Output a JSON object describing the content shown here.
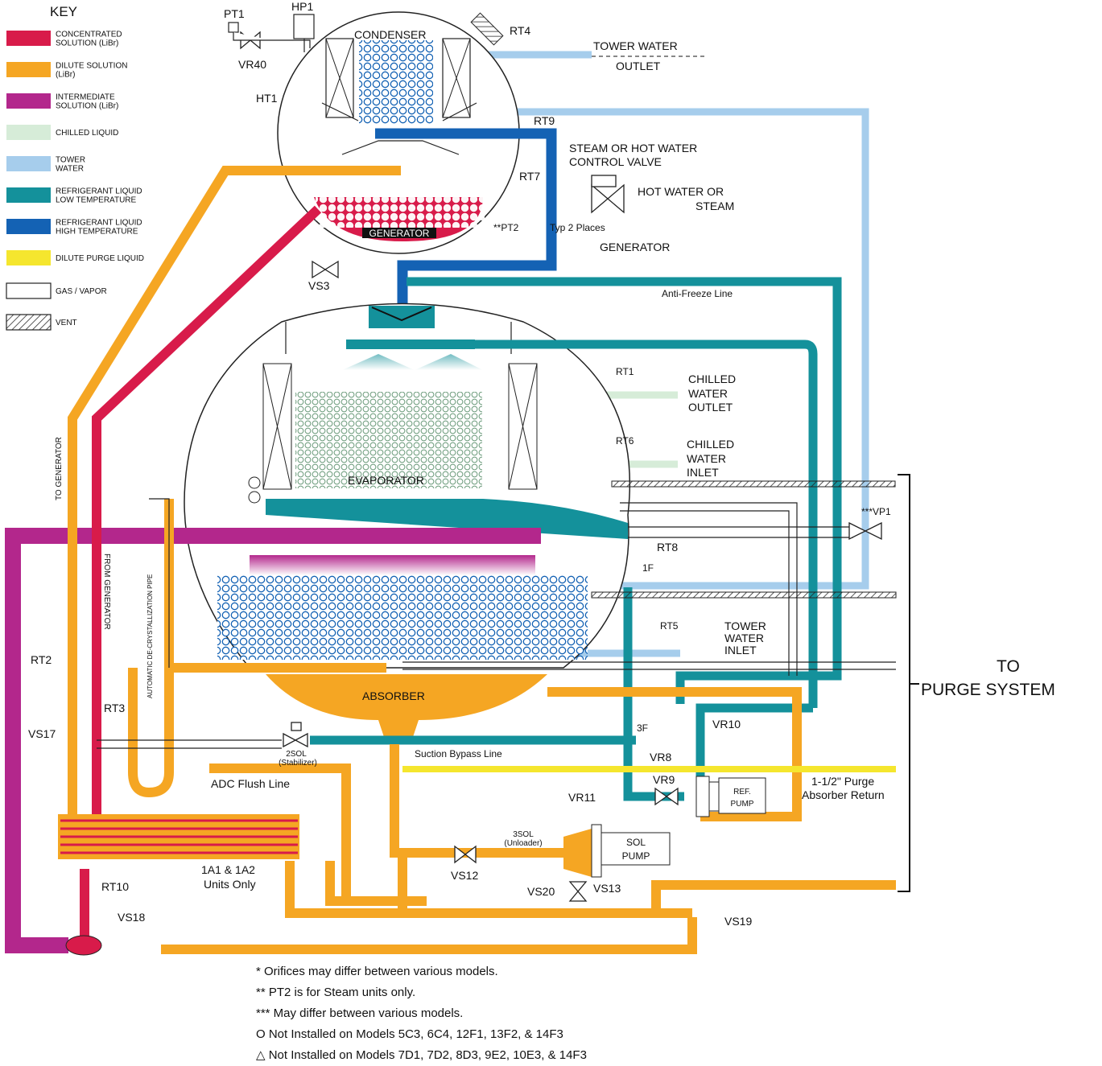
{
  "key": {
    "title": "KEY",
    "items": [
      {
        "lines": [
          "CONCENTRATED",
          "SOLUTION  (LiBr)"
        ],
        "color": "#d81b4a",
        "hatch": false
      },
      {
        "lines": [
          "DILUTE SOLUTION",
          "(LiBr)"
        ],
        "color": "#f5a623",
        "hatch": false
      },
      {
        "lines": [
          "INTERMEDIATE",
          "SOLUTION (LiBr)"
        ],
        "color": "#b3278c",
        "hatch": false
      },
      {
        "lines": [
          "CHILLED LIQUID"
        ],
        "color": "#d6ecd8",
        "hatch": false
      },
      {
        "lines": [
          "TOWER",
          "WATER"
        ],
        "color": "#a6cdec",
        "hatch": false
      },
      {
        "lines": [
          "REFRIGERANT LIQUID",
          "LOW TEMPERATURE"
        ],
        "color": "#14919b",
        "hatch": false
      },
      {
        "lines": [
          "REFRIGERANT LIQUID",
          "HIGH TEMPERATURE"
        ],
        "color": "#1462b4",
        "hatch": false
      },
      {
        "lines": [
          "DILUTE PURGE LIQUID"
        ],
        "color": "#f5e62e",
        "hatch": false
      },
      {
        "lines": [
          "GAS / VAPOR"
        ],
        "color": "#ffffff",
        "hatch": false
      },
      {
        "lines": [
          "VENT"
        ],
        "color": "#ffffff",
        "hatch": true
      }
    ]
  },
  "vessels": {
    "condenser": "CONDENSER",
    "generator": "GENERATOR",
    "evaporator": "EVAPORATOR",
    "absorber": "ABSORBER"
  },
  "labels": {
    "pt1": "PT1",
    "hp1": "HP1",
    "vr40": "VR40",
    "ht1": "HT1",
    "rt4": "RT4",
    "tower_water_outlet_1": "TOWER WATER",
    "tower_water_outlet_2": "OUTLET",
    "rt9": "RT9",
    "steam_valve_1": "STEAM OR HOT WATER",
    "steam_valve_2": "CONTROL VALVE",
    "rt7": "RT7",
    "hot_water_1": "HOT WATER OR",
    "hot_water_2": "STEAM",
    "pt2": "**PT2",
    "typ2": "Typ 2 Places",
    "generator_out": "GENERATOR",
    "vs3": "VS3",
    "antifreeze": "Anti-Freeze Line",
    "rt1": "RT1",
    "chilled_out_1": "CHILLED",
    "chilled_out_2": "WATER",
    "chilled_out_3": "OUTLET",
    "rt6": "RT6",
    "chilled_in_1": "CHILLED",
    "chilled_in_2": "WATER",
    "chilled_in_3": "INLET",
    "vp1": "***VP1",
    "rt8": "RT8",
    "f1": "1F",
    "rt5": "RT5",
    "tower_in_1": "TOWER",
    "tower_in_2": "WATER",
    "tower_in_3": "INLET",
    "to_purge_1": "TO",
    "to_purge_2": "PURGE SYSTEM",
    "to_generator": "TO GENERATOR",
    "from_generator": "FROM GENERATOR",
    "adc_pipe": "AUTOMATIC DE-CRYSTALLIZATION PIPE",
    "rt2": "RT2",
    "rt3": "RT3",
    "vs17": "VS17",
    "sol2_1": "2SOL",
    "sol2_2": "(Stabilizer)",
    "suction_bypass": "Suction Bypass Line",
    "f3": "3F",
    "vr10": "VR10",
    "vr8": "VR8",
    "vr9": "VR9",
    "vr11": "VR11",
    "ref_pump_1": "REF.",
    "ref_pump_2": "PUMP",
    "purge_return_1": "1-1/2\" Purge",
    "purge_return_2": "Absorber Return",
    "adc_flush": "ADC Flush Line",
    "sol3_1": "3SOL",
    "sol3_2": "(Unloader)",
    "sol_pump_1": "SOL",
    "sol_pump_2": "PUMP",
    "vs12": "VS12",
    "vs20": "VS20",
    "vs13": "VS13",
    "units_1": "1A1 & 1A2",
    "units_2": "Units Only",
    "rt10": "RT10",
    "vs18": "VS18",
    "vs19": "VS19"
  },
  "notes": [
    "* Orifices may differ between various models.",
    "** PT2 is for Steam units only.",
    "*** May differ between various models.",
    "O Not Installed on Models 5C3, 6C4, 12F1, 13F2, & 14F3",
    "△ Not Installed on Models 7D1, 7D2, 8D3, 9E2, 10E3, & 14F3"
  ]
}
